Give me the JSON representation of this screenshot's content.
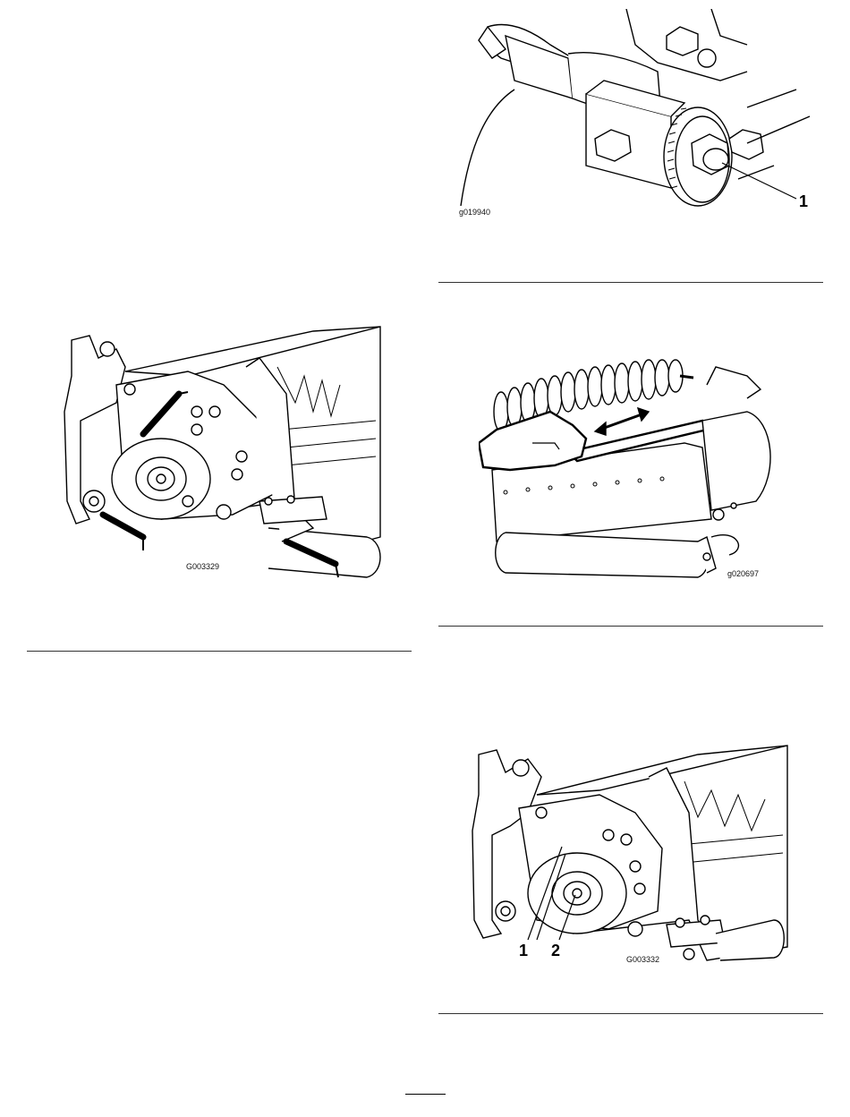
{
  "figures": {
    "bracket": {
      "code": "g019940",
      "callouts": [
        "1"
      ],
      "icon": "adjuster-knob-illustration"
    },
    "springs": {
      "code": "G003329",
      "icon": "cutting-unit-springs-illustration"
    },
    "paper_test": {
      "code": "g020697",
      "icon": "reel-paper-test-illustration"
    },
    "bearing": {
      "code": "G003332",
      "callouts": [
        "1",
        "2"
      ],
      "icon": "reel-bearing-illustration"
    }
  }
}
